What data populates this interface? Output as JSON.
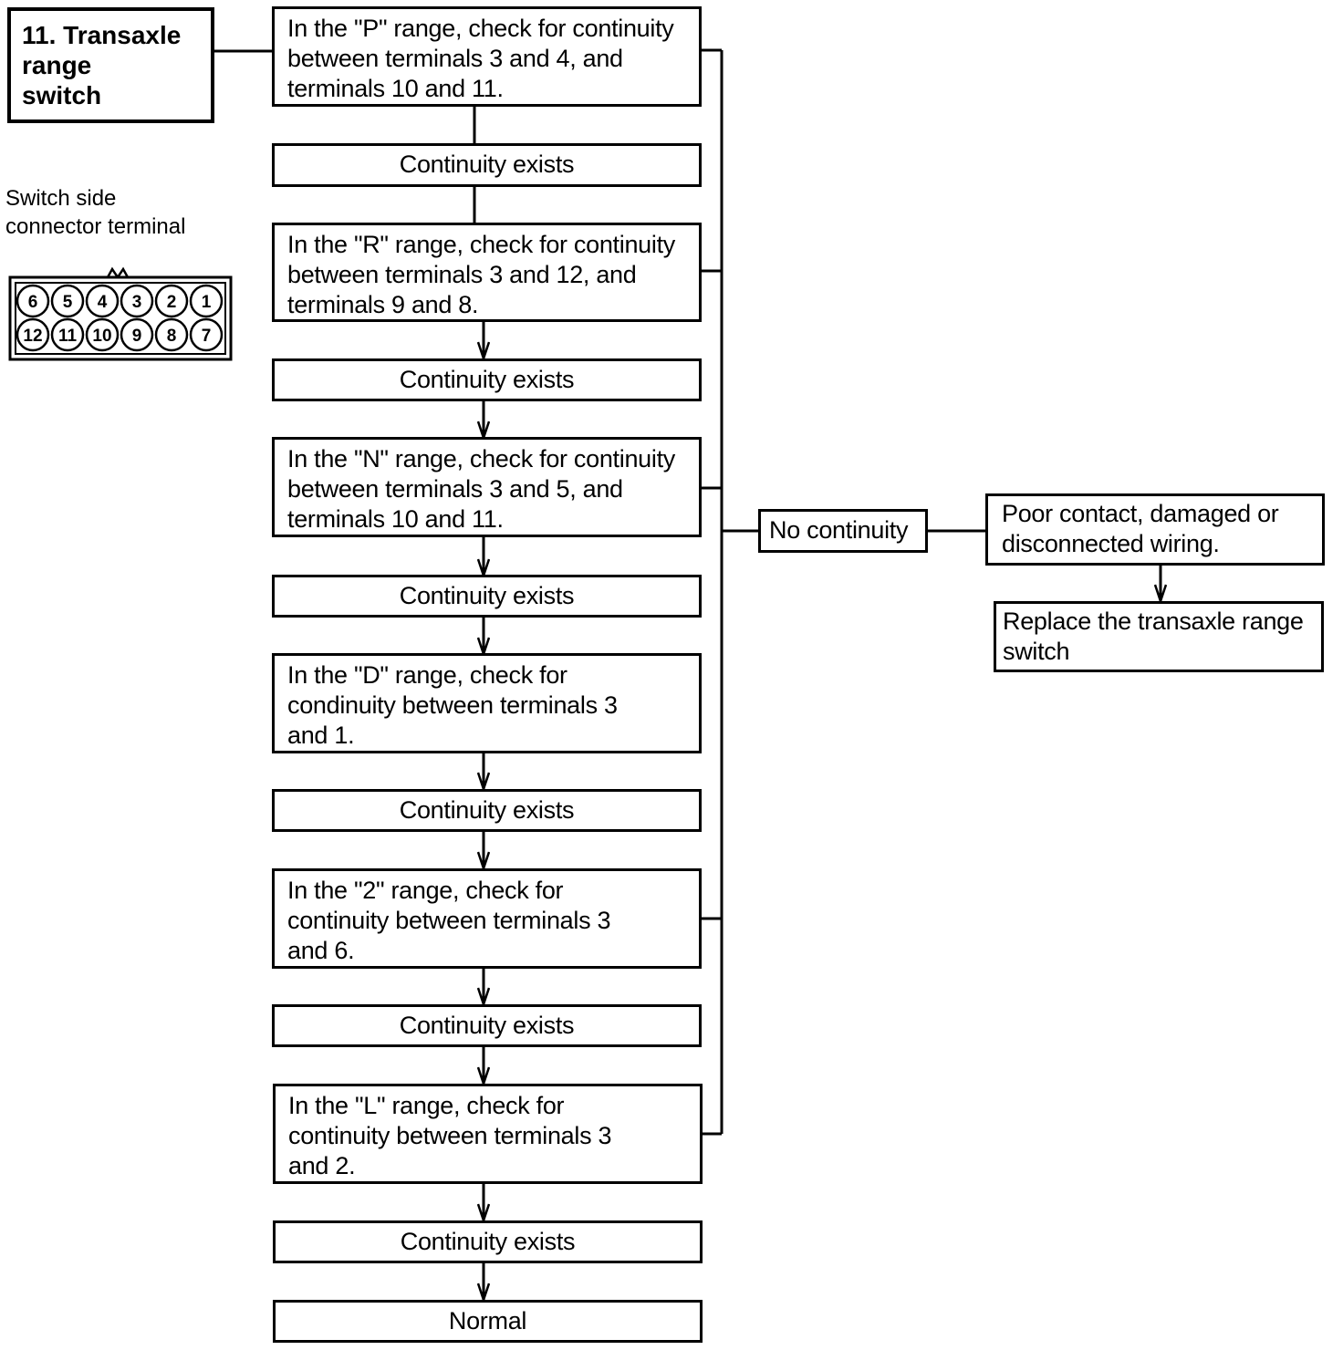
{
  "title": "11. Transaxle\n      range\n      switch",
  "connector": {
    "label": "Switch side\nconnector terminal",
    "top_row": [
      "6",
      "5",
      "4",
      "3",
      "2",
      "1"
    ],
    "bottom_row": [
      "12",
      "11",
      "10",
      "9",
      "8",
      "7"
    ]
  },
  "steps": {
    "p_check": "In the \"P\" range, check for continuity\nbetween terminals 3 and 4, and\nterminals 10 and 11.",
    "p_ok": "Continuity exists",
    "r_check": "In the \"R\" range, check for continuity\nbetween terminals 3 and 12, and\nterminals 9 and 8.",
    "r_ok": "Continuity exists",
    "n_check": "In the \"N\" range, check for continuity\nbetween terminals 3 and 5, and\n terminals 10 and 11.",
    "n_ok": "Continuity exists",
    "d_check": "In the \"D\" range, check for\ncondinuity between terminals 3\nand 1.",
    "d_ok": "Continuity exists",
    "two_check": "In the \"2\" range, check for\ncontinuity between terminals 3\n and 6.",
    "two_ok": "Continuity exists",
    "l_check": "In the \"L\" range, check for\ncontinuity between terminals 3\n and 2.",
    "l_ok": "Continuity exists",
    "normal": "Normal"
  },
  "branch": {
    "no_continuity": "No continuity",
    "cause": "Poor contact, damaged or\ndisconnected wiring.",
    "action": "Replace the transaxle range\nswitch"
  }
}
